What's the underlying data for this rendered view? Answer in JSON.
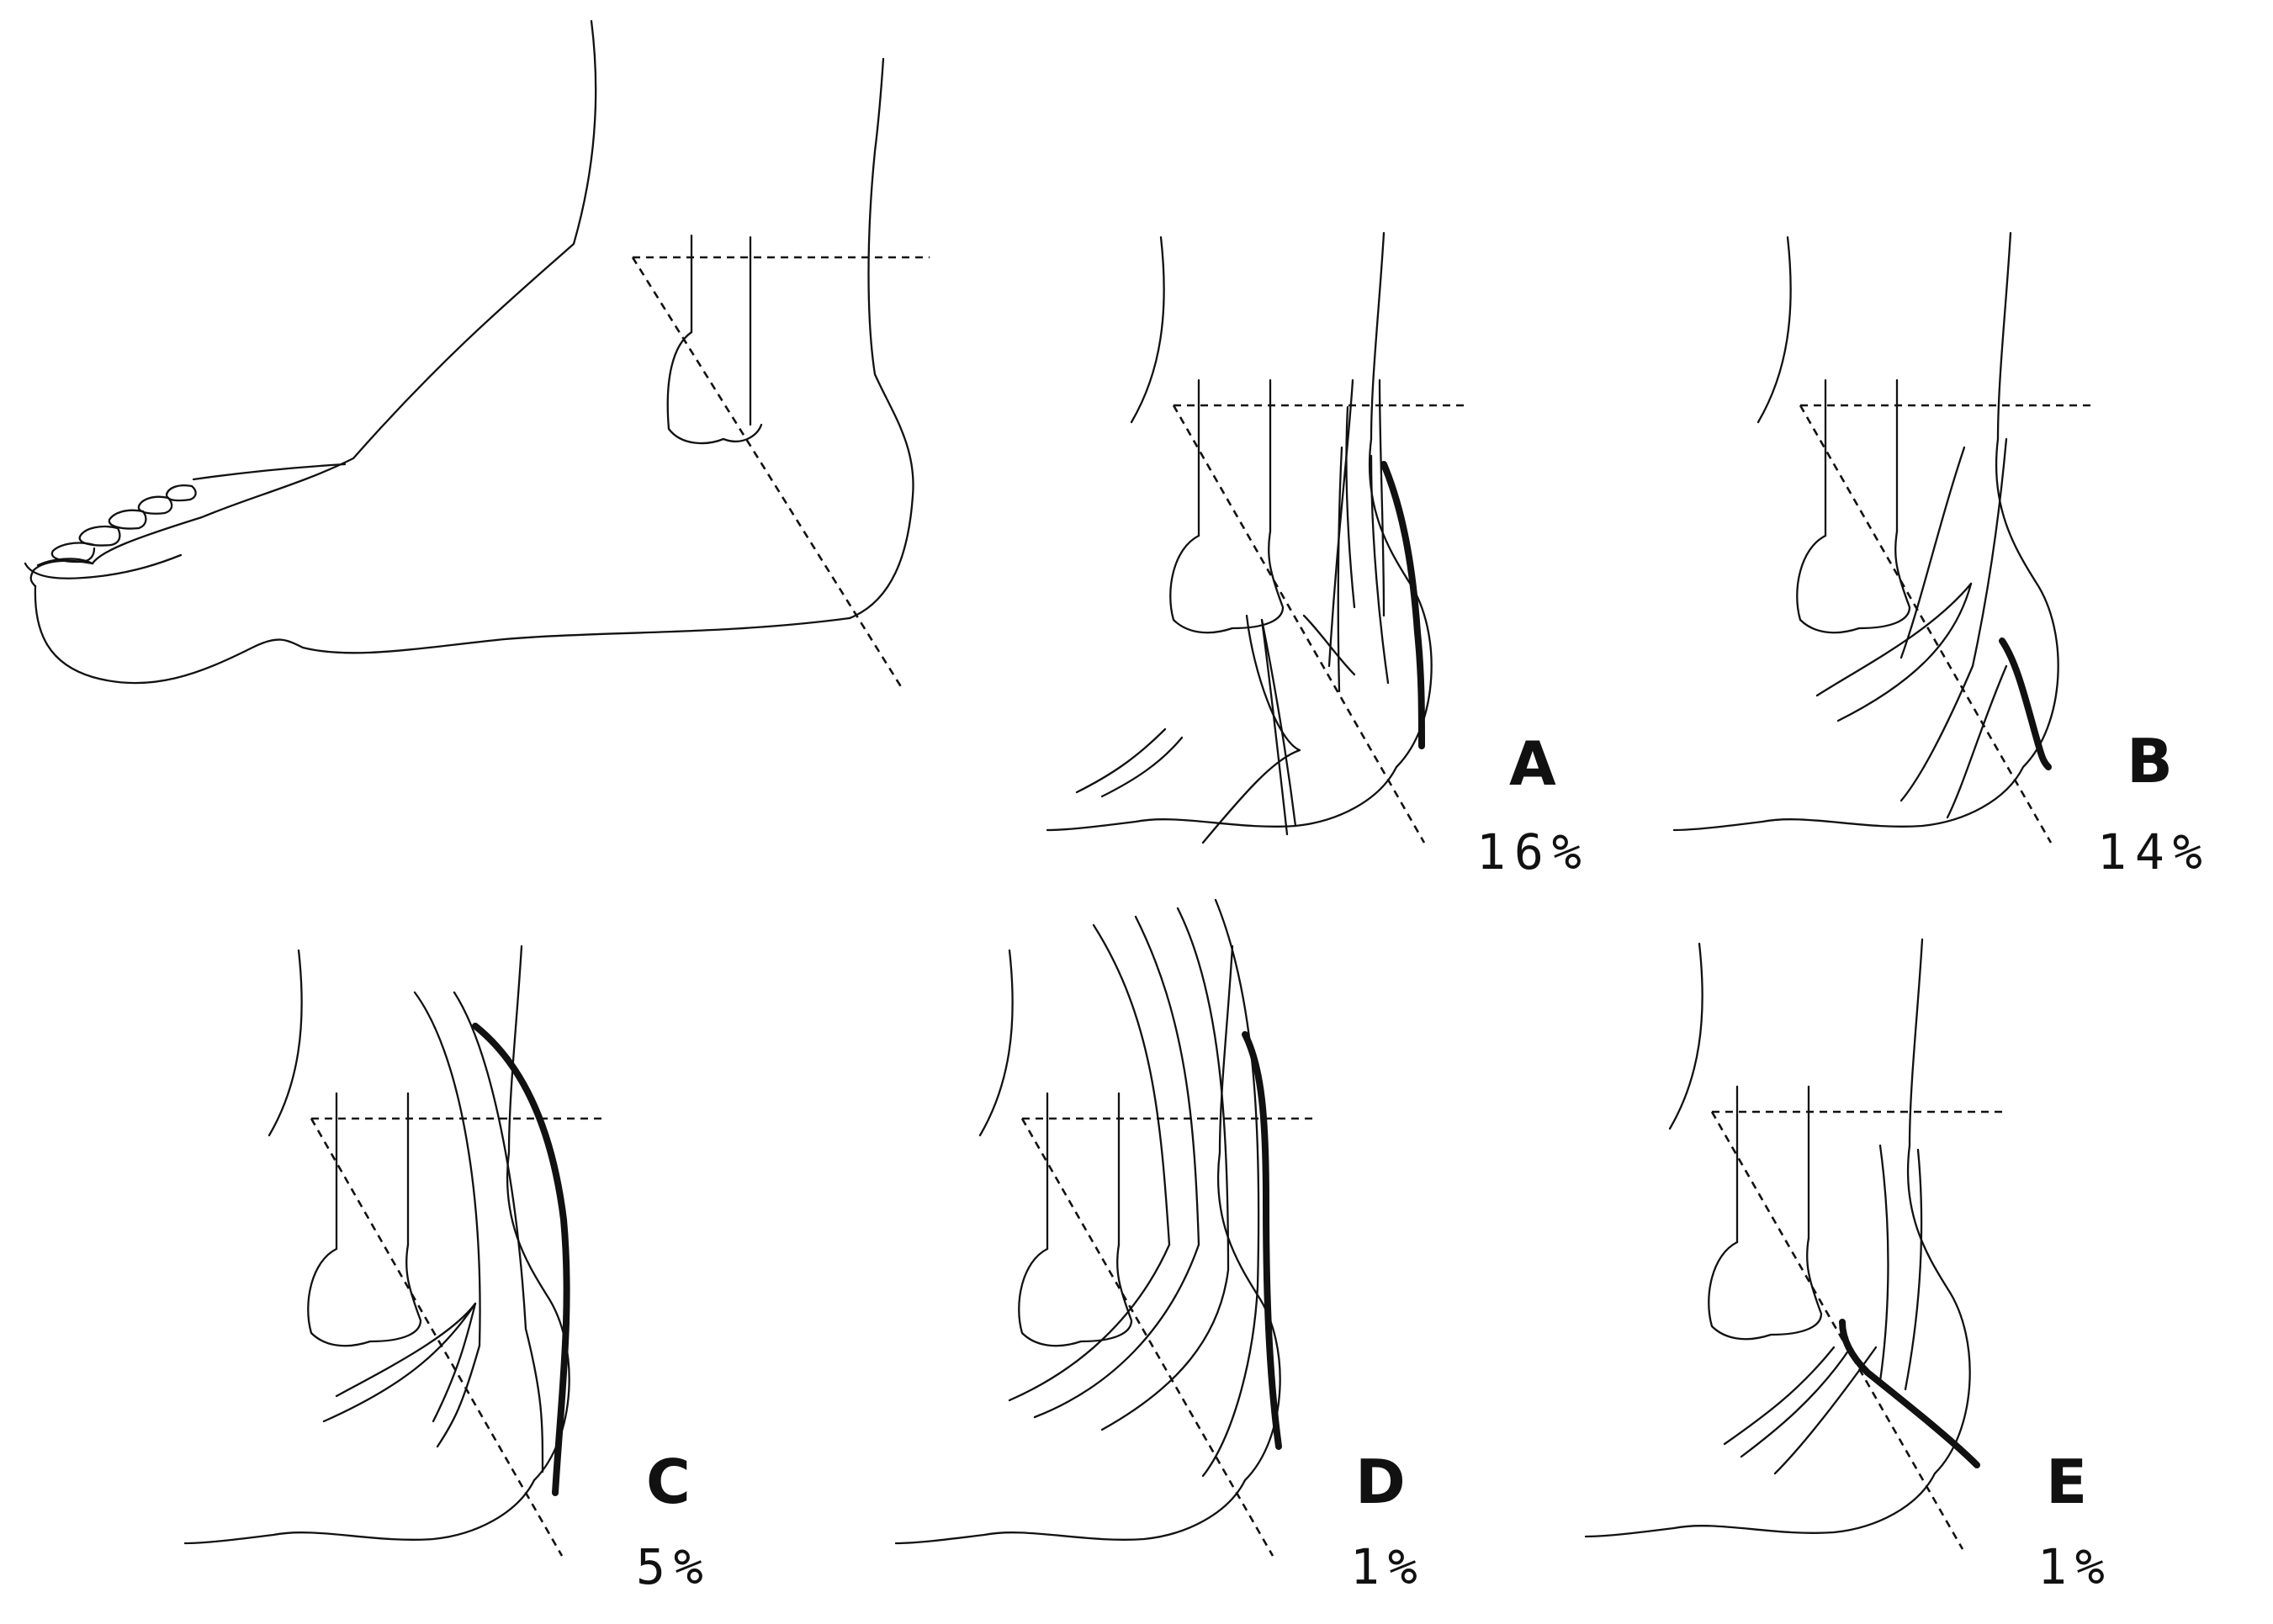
{
  "panels": [
    {
      "id": "A",
      "label": "A",
      "percent": "16%"
    },
    {
      "id": "B",
      "label": "B",
      "percent": "14%"
    },
    {
      "id": "C",
      "label": "C",
      "percent": "5%"
    },
    {
      "id": "D",
      "label": "D",
      "percent": "1%"
    },
    {
      "id": "E",
      "label": "E",
      "percent": "1%"
    }
  ],
  "colors": {
    "ink": "#111111",
    "background": "#ffffff"
  },
  "icons": {
    "reference": "foot-lateral-view-icon"
  }
}
